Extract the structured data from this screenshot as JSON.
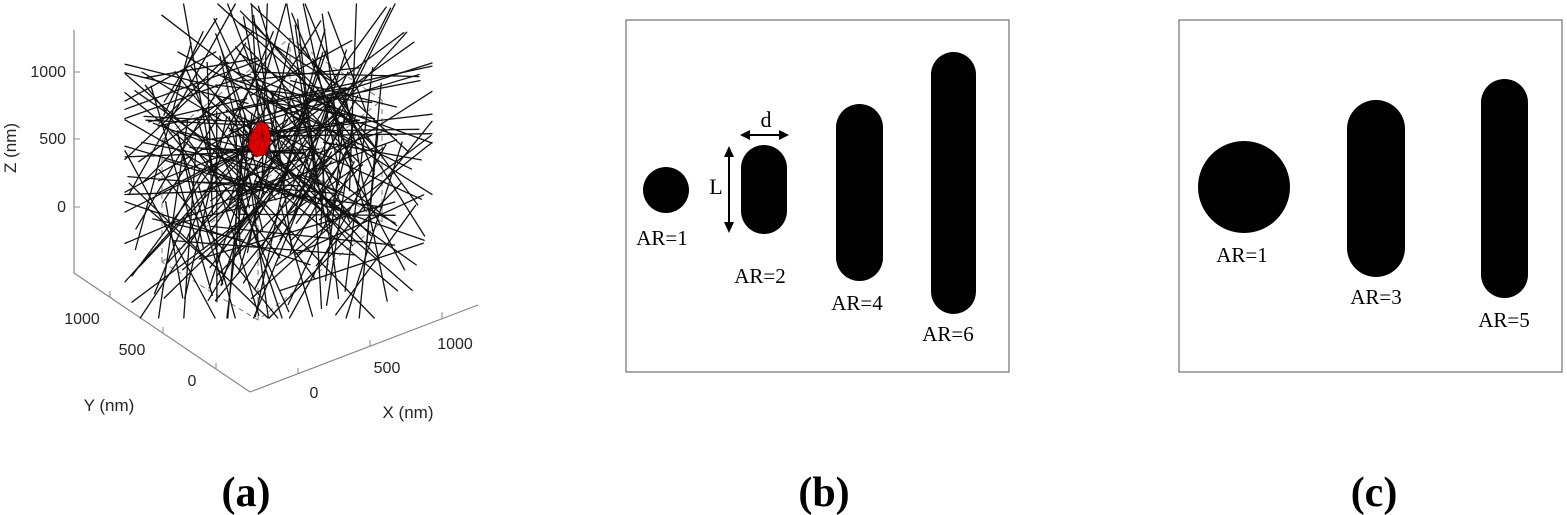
{
  "panels": [
    {
      "label": "(a)",
      "axes": {
        "x_label": "X (nm)",
        "y_label": "Y (nm)",
        "z_label": "Z (nm)",
        "x_ticks": [
          "0",
          "500",
          "1000"
        ],
        "y_ticks": [
          "0",
          "500",
          "1000"
        ],
        "z_ticks": [
          "0",
          "500",
          "1000"
        ]
      },
      "colors": {
        "rods": "#111111",
        "particle": "#e00000",
        "box": "#777777",
        "axes": "#888888"
      }
    },
    {
      "label": "(b)",
      "dimension_labels": {
        "diameter": "d",
        "length": "L"
      },
      "shapes": [
        {
          "label": "AR=1",
          "aspect_ratio": 1
        },
        {
          "label": "AR=2",
          "aspect_ratio": 2
        },
        {
          "label": "AR=4",
          "aspect_ratio": 4
        },
        {
          "label": "AR=6",
          "aspect_ratio": 6
        }
      ]
    },
    {
      "label": "(c)",
      "shapes": [
        {
          "label": "AR=1",
          "aspect_ratio": 1
        },
        {
          "label": "AR=3",
          "aspect_ratio": 3
        },
        {
          "label": "AR=5",
          "aspect_ratio": 5
        }
      ]
    }
  ]
}
